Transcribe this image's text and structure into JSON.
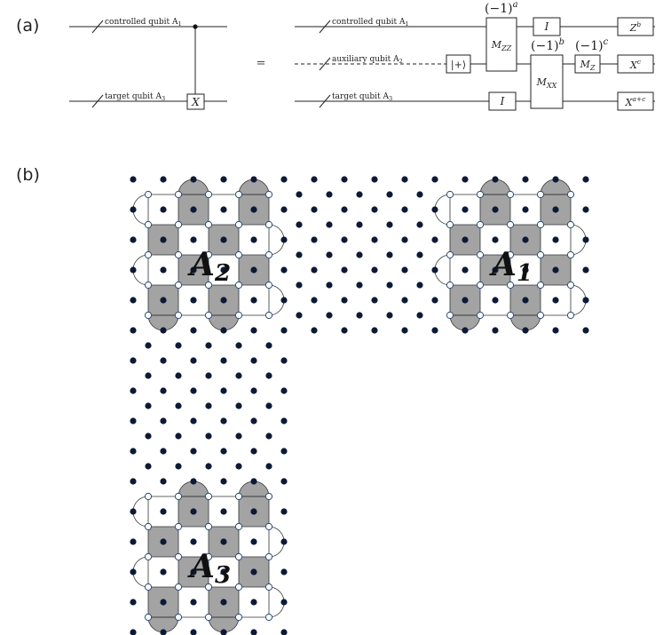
{
  "panel_a": {
    "label": "(a)",
    "equals": "=",
    "left_circuit": {
      "control_wire_label": "controlled qubit A",
      "control_wire_sub": "1",
      "target_wire_label": "target qubit A",
      "target_wire_sub": "3",
      "target_gate": "X"
    },
    "right_circuit": {
      "control_wire_label": "controlled qubit A",
      "control_wire_sub": "1",
      "aux_wire_label": "auxiliary qubit A",
      "aux_wire_sub": "2",
      "target_wire_label": "target qubit A",
      "target_wire_sub": "3",
      "plus_state": "|+⟩",
      "mzz": {
        "main": "M",
        "sub": "ZZ"
      },
      "mxx": {
        "main": "M",
        "sub": "XX"
      },
      "mz": {
        "main": "M",
        "sub": "Z"
      },
      "identity_top": "I",
      "identity_bottom": "I",
      "outcome_a": {
        "base": "(−1)",
        "exp": "a"
      },
      "outcome_b": {
        "base": "(−1)",
        "exp": "b"
      },
      "outcome_c": {
        "base": "(−1)",
        "exp": "c"
      },
      "z_correction": {
        "base": "Z",
        "exp": "b"
      },
      "x_correction_aux": {
        "base": "X",
        "exp": "c"
      },
      "x_correction_target": {
        "base": "X",
        "exp": "a+c"
      }
    }
  },
  "panel_b": {
    "label": "(b)",
    "patches": [
      {
        "id": "A2",
        "letter": "A",
        "index": "2"
      },
      {
        "id": "A1",
        "letter": "A",
        "index": "1"
      },
      {
        "id": "A3",
        "letter": "A",
        "index": "3"
      }
    ],
    "colors": {
      "data_qubit": "#0d1a36",
      "ancilla_fill": "#ffffff",
      "ancilla_stroke": "#2a4a7a",
      "plaquette": "#a3a3a3",
      "edge": "#333333"
    }
  }
}
